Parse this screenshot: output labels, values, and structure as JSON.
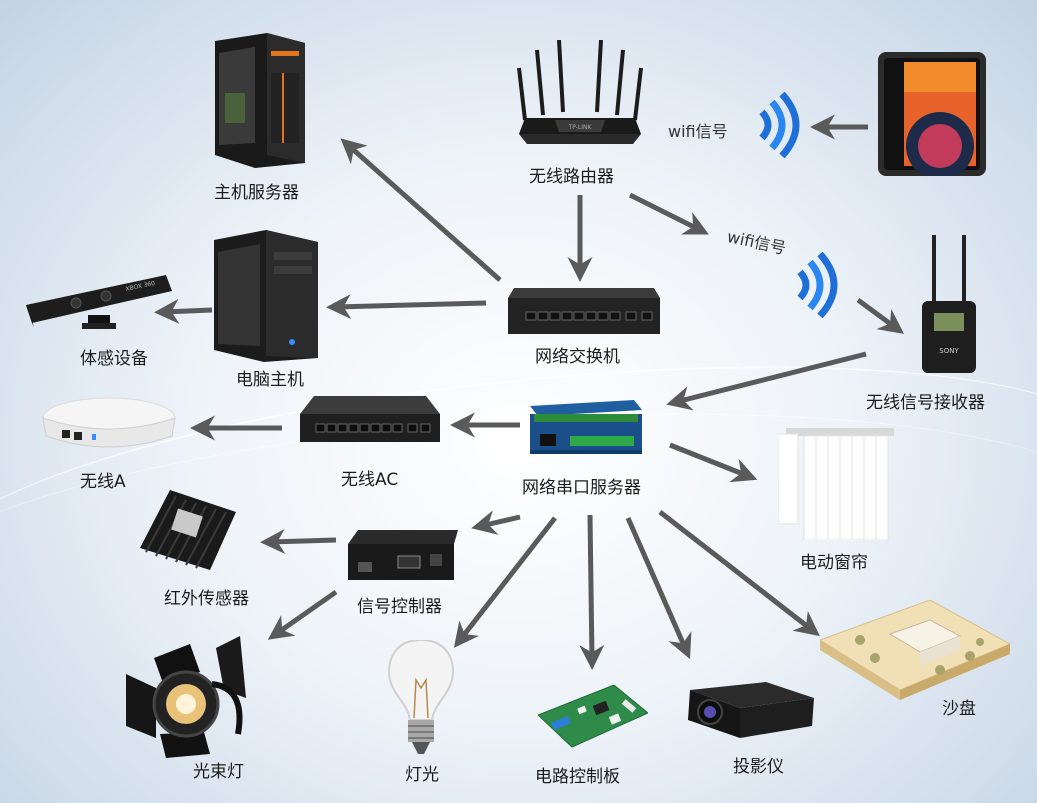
{
  "nodes": {
    "host_server": "主机服务器",
    "router": "无线路由器",
    "switch": "网络交换机",
    "computer_host": "电脑主机",
    "motion_device": "体感设备",
    "wireless_receiver": "无线信号接收器",
    "serial_server": "网络串口服务器",
    "wireless_ac": "无线AC",
    "wireless_a": "无线A",
    "curtain": "电动窗帘",
    "signal_controller": "信号控制器",
    "ir_sensor": "红外传感器",
    "spotlight": "光束灯",
    "light": "灯光",
    "circuit_board": "电路控制板",
    "projector": "投影仪",
    "sand_table": "沙盘"
  },
  "wifi": {
    "top": "wifi信号",
    "mid": "wifi信号"
  },
  "device_text": {
    "router_brand": "TP-LINK",
    "receiver_brand": "SONY",
    "kinect_brand": "XBOX 360"
  },
  "colors": {
    "arrow": "#5a5a5a",
    "wifi": "#1f6fd8"
  }
}
